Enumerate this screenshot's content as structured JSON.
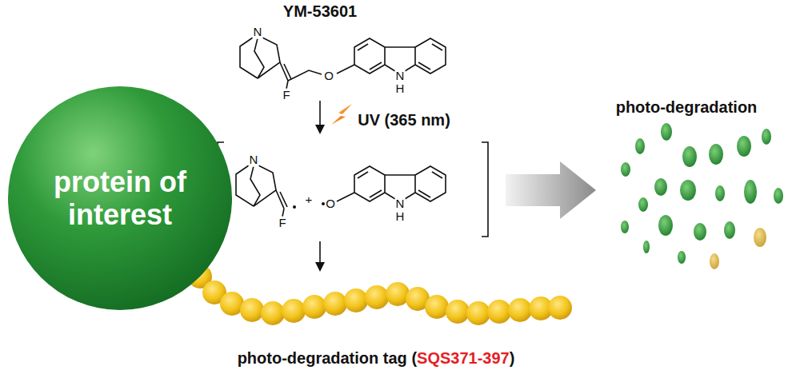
{
  "diagram": {
    "nodes": [
      {
        "text": [
          "protein of interest"
        ]
      }
    ],
    "labels": [
      "YM-53601",
      "N",
      "F",
      "O",
      "N",
      "H",
      "UV (365 nm)",
      "N",
      "F",
      "+",
      "O",
      "N",
      "H",
      "photo-degradation",
      "photo-degradation tag (",
      "SQS371-397",
      ")"
    ]
  }
}
